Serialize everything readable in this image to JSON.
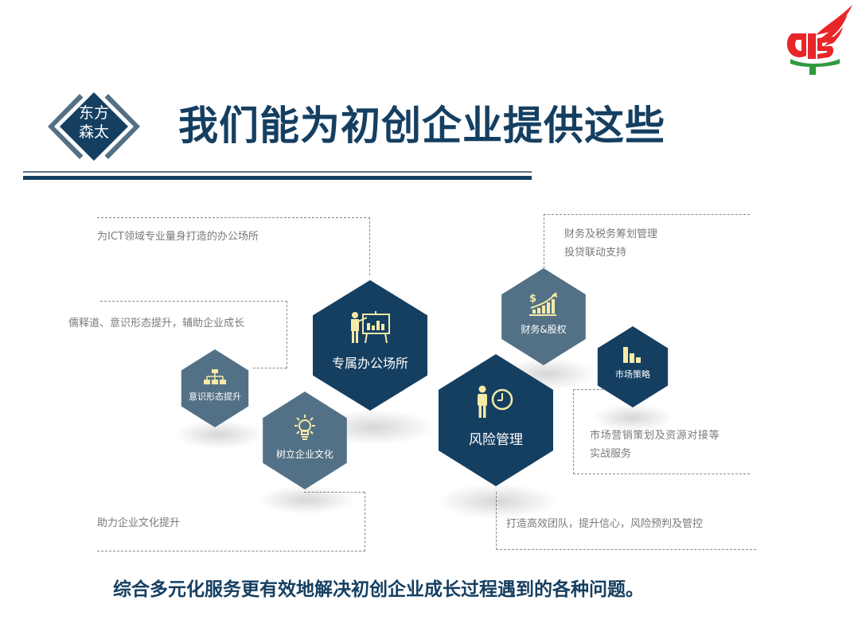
{
  "header": {
    "badge_line1": "东方",
    "badge_line2": "森太",
    "title": "我们能为初创企业提供这些",
    "logo_name": "DFS logo"
  },
  "colors": {
    "dark_navy": "#153f61",
    "slate": "#537186",
    "icon_cream": "#f5eaa8",
    "desc_gray": "#7a7a7a",
    "logo_red": "#e8262a",
    "logo_green": "#2e9b3f"
  },
  "services": [
    {
      "id": "office",
      "label": "专属办公场所",
      "icon": "presentation-icon",
      "description": [
        "为ICT领域专业量身打造的办公场所"
      ]
    },
    {
      "id": "ideology",
      "label": "意识形态提升",
      "icon": "org-chart-icon",
      "description": [
        "儒释道、意识形态提升，辅助企业成长"
      ]
    },
    {
      "id": "culture",
      "label": "树立企业文化",
      "icon": "lightbulb-icon",
      "description": [
        "助力企业文化提升"
      ]
    },
    {
      "id": "risk",
      "label": "风险管理",
      "icon": "person-clock-icon",
      "description": [
        "打造高效团队，提升信心，风险预判及管控"
      ]
    },
    {
      "id": "finance",
      "label": "财务&股权",
      "icon": "money-growth-icon",
      "description": [
        "财务及税务筹划管理",
        "投贷联动支持"
      ]
    },
    {
      "id": "market",
      "label": "市场策略",
      "icon": "bar-chart-icon",
      "description": [
        "市场营销策划及资源对接等",
        "实战服务"
      ]
    }
  ],
  "footer": {
    "summary": "综合多元化服务更有效地解决初创企业成长过程遇到的各种问题。"
  }
}
